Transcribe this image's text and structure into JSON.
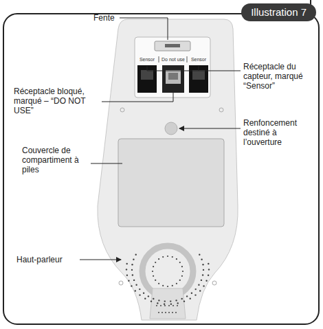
{
  "diagram": {
    "nodes": [
      {
        "text": [
          "Illustration 7"
        ]
      }
    ],
    "labels": [
      "Fente",
      "Sensor",
      "Do not use",
      "Sensor",
      "Réceptacle du capteur, marqué “Sensor”",
      "Réceptacle bloqué, marqué – “DO NOT USE”",
      "Renfoncement destiné à l’ouverture",
      "Couvercle de compartiment à piles",
      "Haut-parleur"
    ]
  }
}
